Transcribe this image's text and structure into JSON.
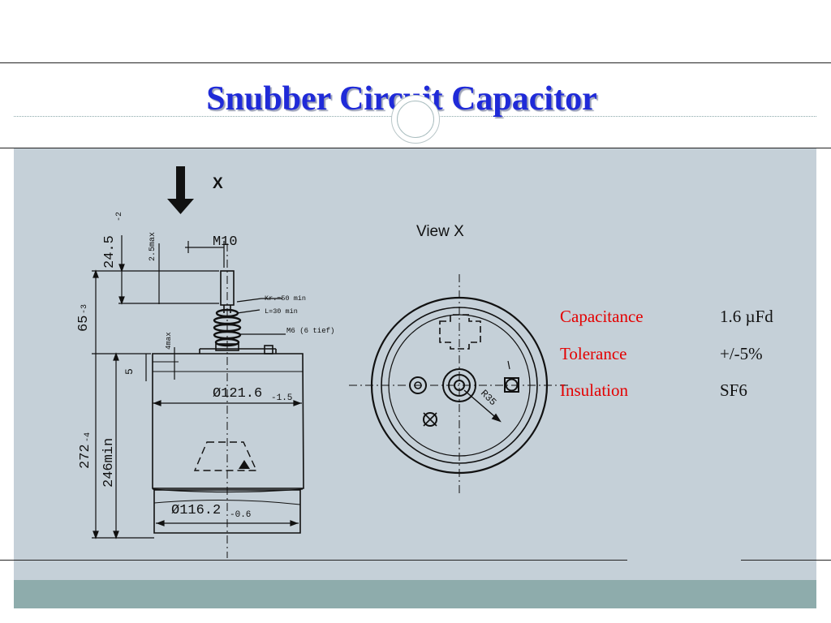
{
  "slide": {
    "title": "Snubber Circuit Capacitor"
  },
  "diagram": {
    "arrow_label": "X",
    "view_label": "View X",
    "dimensions": {
      "height_top": "24.5",
      "height_top_tol": "-2",
      "terminal_clearance": "2.5max",
      "thread": "M10",
      "terminal_note_1": "Kr.=50 min",
      "terminal_note_2": "L=30 min",
      "m6_note": "M6 (6 tief)",
      "height_65": "65",
      "height_65_tol": "-3",
      "four_max": "4max",
      "five": "5",
      "diameter_top": "Ø121.6",
      "diameter_top_tol": "-1.5",
      "height_272": "272",
      "height_272_tol": "-4",
      "height_246": "246min",
      "diameter_bottom": "Ø116.2",
      "diameter_bottom_tol": "-0.6",
      "radius": "R35"
    }
  },
  "specs": [
    {
      "label": "Capacitance",
      "value": "1.6 µFd"
    },
    {
      "label": "Tolerance",
      "value": "+/-5%"
    },
    {
      "label": "Insulation",
      "value": "SF6"
    }
  ],
  "colors": {
    "title": "#1f2ad8",
    "label": "#e40000",
    "panel": "#c5d0d8",
    "footer": "#8eacac"
  }
}
